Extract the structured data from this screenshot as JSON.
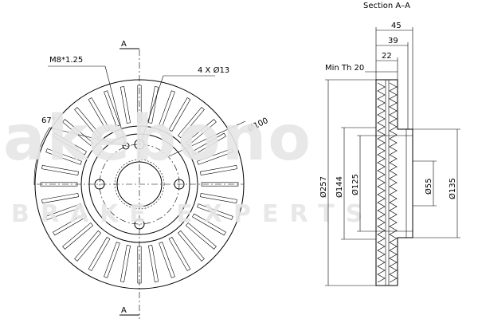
{
  "watermark": {
    "logo": "akebono",
    "tagline": "BRAKE EXPERTS"
  },
  "front_view": {
    "section_mark_top": "A",
    "section_mark_bottom": "A",
    "thread_label": "M8*1.25",
    "holes_label": "4 X Ø13",
    "angle_label": "67°",
    "pcd_label": "Ø100"
  },
  "section_view": {
    "title": "Section A–A",
    "dim_45": "45",
    "dim_39": "39",
    "dim_22": "22",
    "min_th": "Min Th 20",
    "d_257": "Ø257",
    "d_144": "Ø144",
    "d_125": "Ø125",
    "d_55": "Ø55",
    "d_135": "Ø135"
  }
}
